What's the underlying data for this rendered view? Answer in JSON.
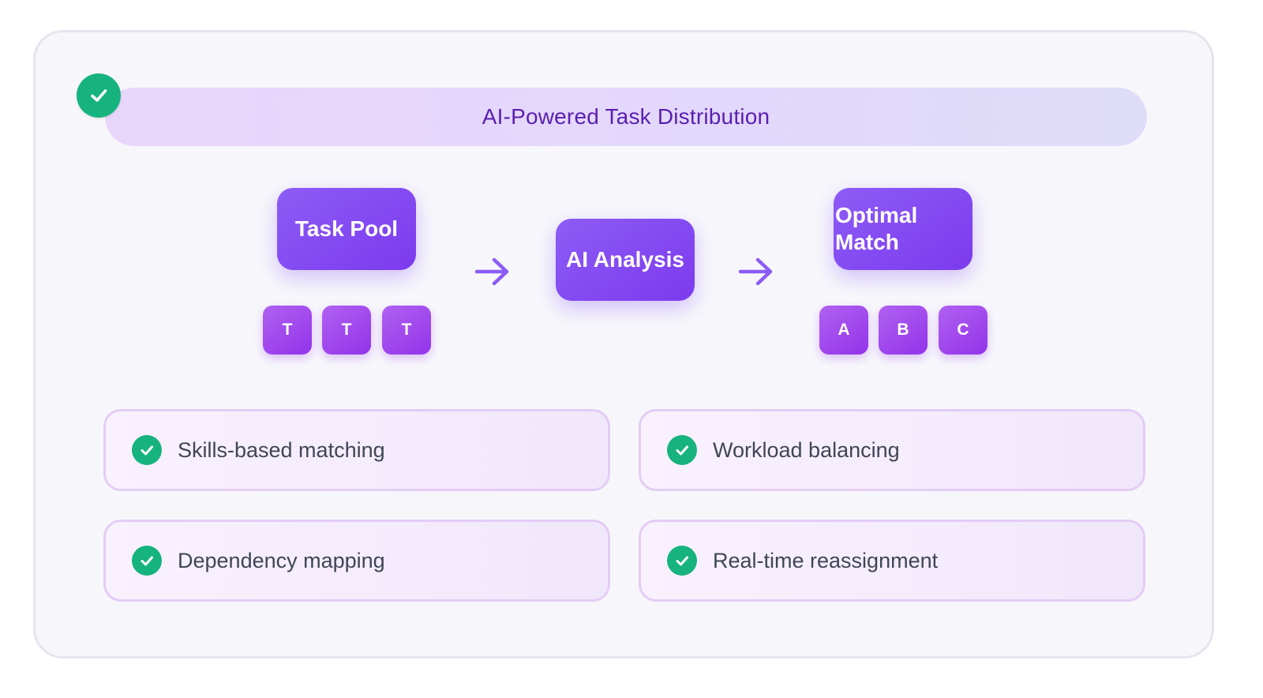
{
  "header": {
    "title": "AI-Powered Task Distribution",
    "status_icon": "check-circle-icon"
  },
  "flow": {
    "source": {
      "label": "Task Pool",
      "chips": [
        "T",
        "T",
        "T"
      ]
    },
    "process": {
      "label": "AI Analysis"
    },
    "result": {
      "label_line1": "Optimal",
      "label_line2": "Match",
      "chips": [
        "A",
        "B",
        "C"
      ]
    },
    "connector_icon": "arrow-right-icon"
  },
  "features": [
    {
      "label": "Skills-based matching",
      "icon": "check-circle-icon"
    },
    {
      "label": "Workload balancing",
      "icon": "check-circle-icon"
    },
    {
      "label": "Dependency mapping",
      "icon": "check-circle-icon"
    },
    {
      "label": "Real-time reassignment",
      "icon": "check-circle-icon"
    }
  ],
  "colors": {
    "accent": "#7c3aed",
    "title_text": "#5b1fb0",
    "success": "#16b37f",
    "feature_text": "#3f4654"
  }
}
